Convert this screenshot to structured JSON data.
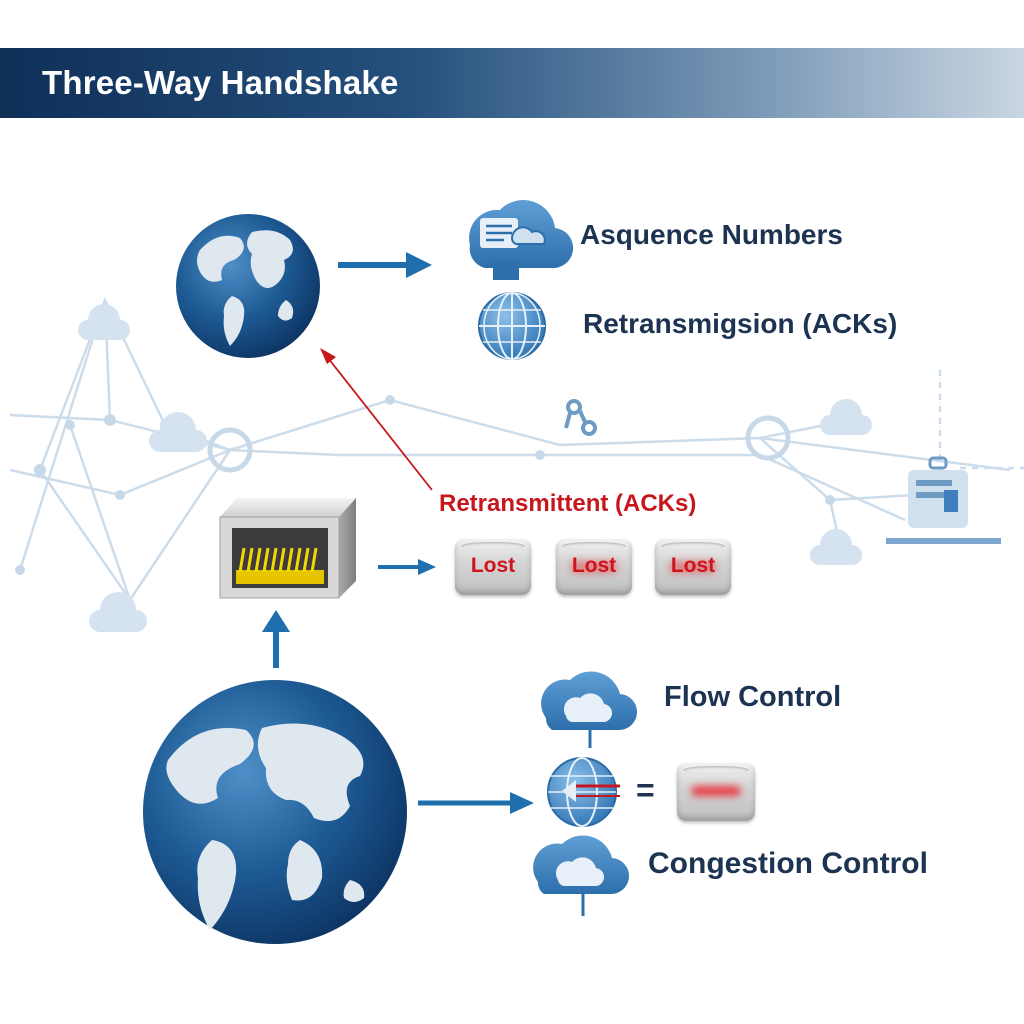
{
  "header": {
    "title": "Three-Way Handshake"
  },
  "labels": {
    "sequence_numbers": "Asquence Numbers",
    "retransmission": "Retransmigsion (ACKs)",
    "retransmittent": "Retransmittent (ACKs)",
    "flow_control": "Flow Control",
    "congestion_control": "Congestion Control",
    "equals": "="
  },
  "lost_packets": [
    "Lost",
    "Lost",
    "Lost"
  ],
  "colors": {
    "banner_dark": "#0f2f57",
    "text_dark": "#1c3352",
    "accent_red": "#c8161d",
    "arrow_blue": "#1f6fae",
    "globe_blue": "#1d5a94"
  }
}
